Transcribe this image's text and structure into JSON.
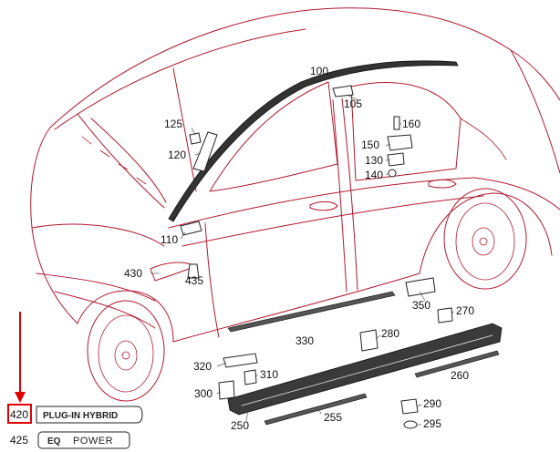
{
  "callouts": [
    {
      "id": "100",
      "text": "100"
    },
    {
      "id": "105",
      "text": "105"
    },
    {
      "id": "110",
      "text": "110"
    },
    {
      "id": "120",
      "text": "120"
    },
    {
      "id": "125",
      "text": "125"
    },
    {
      "id": "130",
      "text": "130"
    },
    {
      "id": "140",
      "text": "140"
    },
    {
      "id": "150",
      "text": "150"
    },
    {
      "id": "160",
      "text": "160"
    },
    {
      "id": "250",
      "text": "250"
    },
    {
      "id": "255",
      "text": "255"
    },
    {
      "id": "260",
      "text": "260"
    },
    {
      "id": "270",
      "text": "270"
    },
    {
      "id": "280",
      "text": "280"
    },
    {
      "id": "290",
      "text": "290"
    },
    {
      "id": "295",
      "text": "295"
    },
    {
      "id": "300",
      "text": "300"
    },
    {
      "id": "310",
      "text": "310"
    },
    {
      "id": "320",
      "text": "320"
    },
    {
      "id": "330",
      "text": "330"
    },
    {
      "id": "350",
      "text": "350"
    },
    {
      "id": "420",
      "text": "420"
    },
    {
      "id": "425",
      "text": "425"
    },
    {
      "id": "430",
      "text": "430"
    },
    {
      "id": "435",
      "text": "435"
    }
  ],
  "badges": {
    "plugin_hybrid": "PLUG-IN HYBRID",
    "eq_prefix": "EQ",
    "eq_power": "POWER"
  },
  "highlight": {
    "target": "420",
    "color": "#e00000"
  },
  "colors": {
    "outline": "#b01a30",
    "parts": "#222222",
    "highlight": "#e00000"
  }
}
